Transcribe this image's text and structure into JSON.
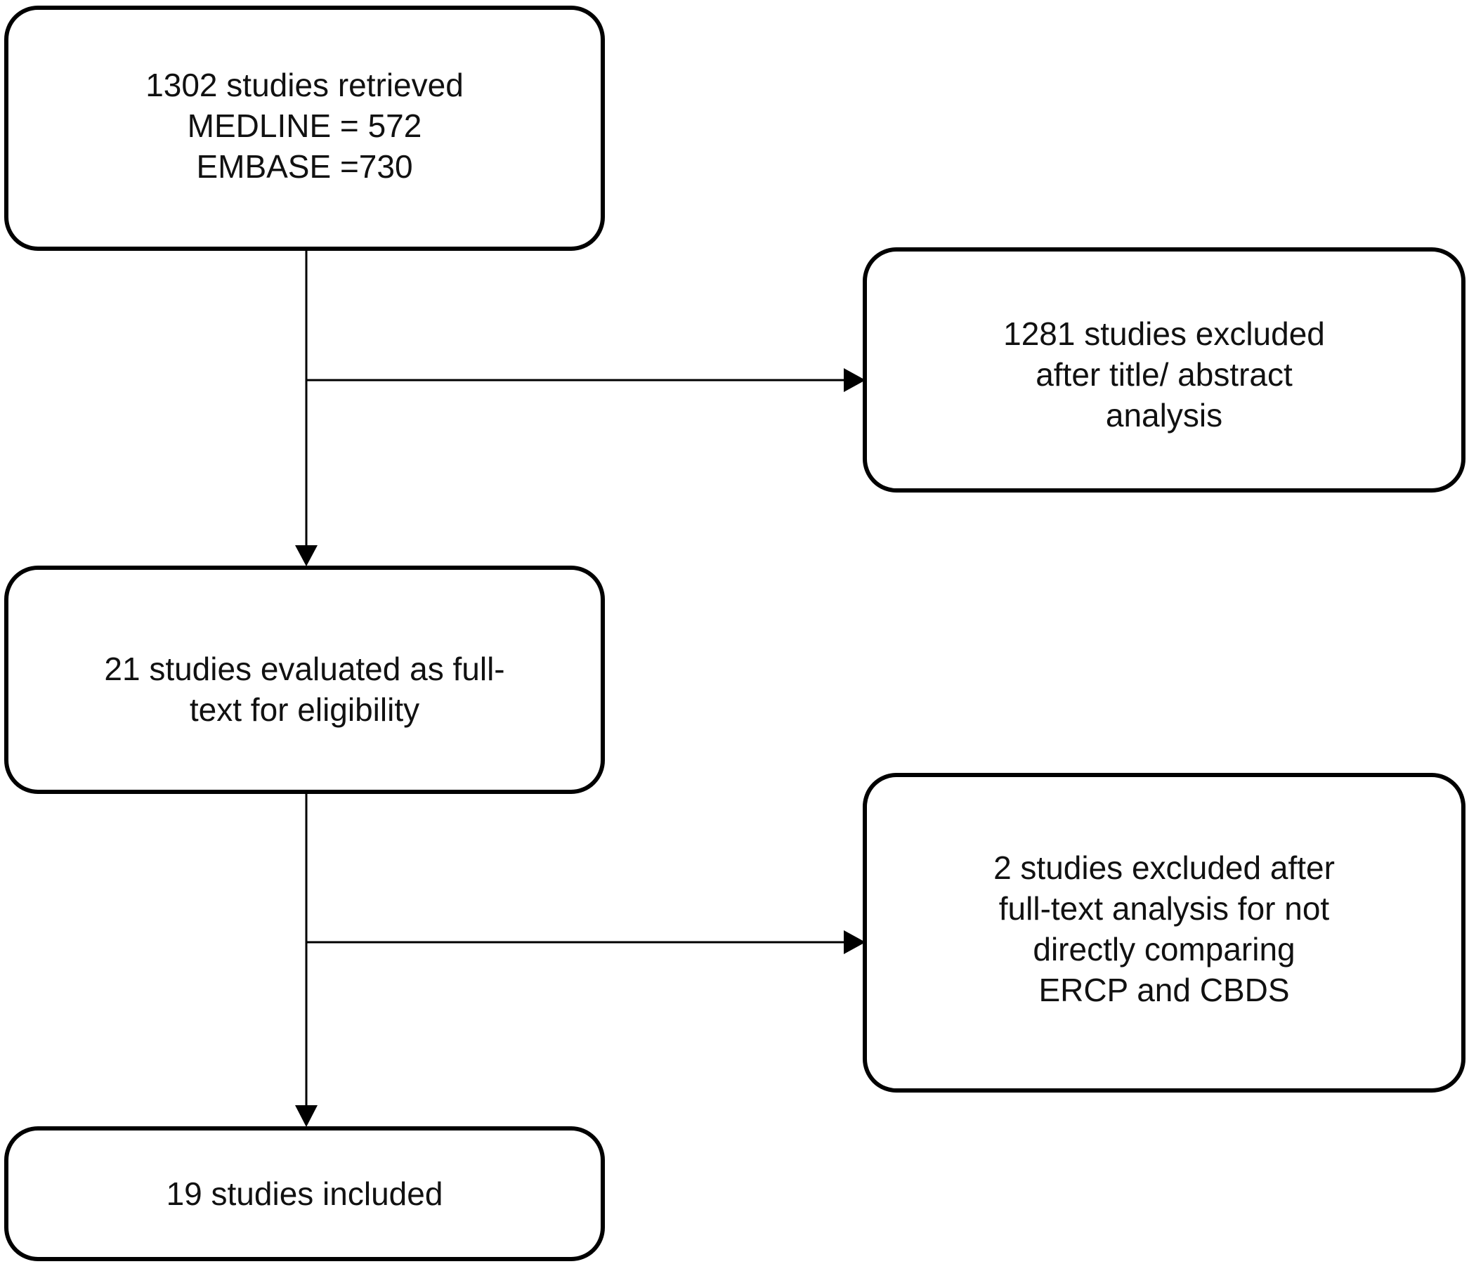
{
  "flowchart": {
    "box_retrieved": {
      "lines": [
        "1302 studies retrieved",
        "MEDLINE = 572",
        "EMBASE =730"
      ]
    },
    "box_excluded_title": {
      "lines": [
        "1281 studies excluded",
        "after title/ abstract",
        "analysis"
      ]
    },
    "box_fulltext": {
      "lines": [
        "21 studies evaluated as full-",
        "text for eligibility"
      ]
    },
    "box_excluded_fulltext": {
      "lines": [
        "2 studies excluded after",
        "full-text analysis for not",
        "directly comparing",
        "ERCP and CBDS"
      ]
    },
    "box_included": {
      "lines": [
        "19 studies included"
      ]
    }
  },
  "colors": {
    "stroke": "#000000",
    "text": "#111111",
    "background": "#ffffff"
  }
}
